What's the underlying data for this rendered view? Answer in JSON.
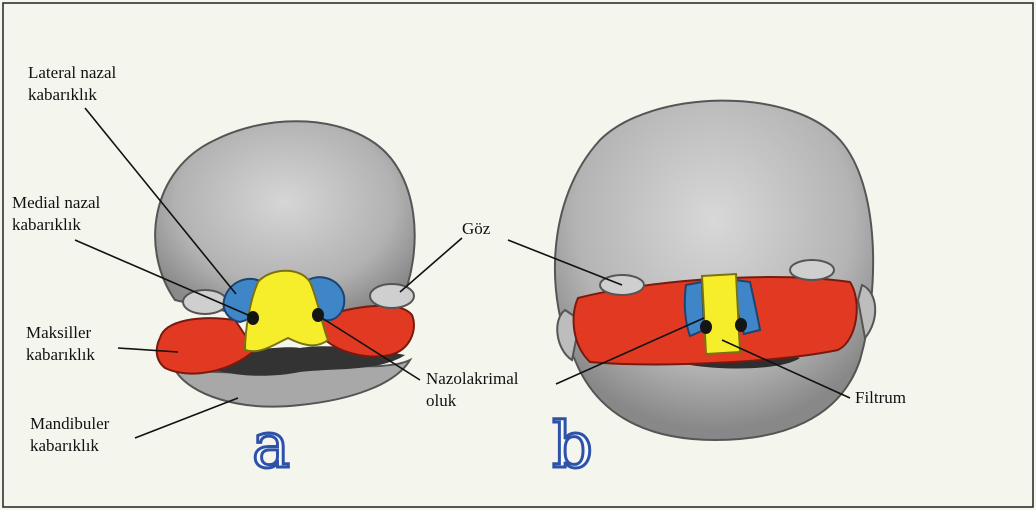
{
  "labels": {
    "lateral_nasal": [
      "Lateral nazal",
      "kabarıklık"
    ],
    "medial_nasal": [
      "Medial nazal",
      "kabarıklık"
    ],
    "maxillary": [
      "Maksiller",
      "kabarıklık"
    ],
    "mandibular": [
      "Mandibuler",
      "kabarıklık"
    ],
    "eye": "Göz",
    "nasolacrimal": [
      "Nazolakrimal",
      "oluk"
    ],
    "philtrum": "Filtrum"
  },
  "panels": {
    "a": "a",
    "b": "b"
  },
  "colors": {
    "background": "#f4f6ee",
    "head": "#b9b9b9",
    "head_shade": "#8e8e8e",
    "maxillary": "#e23a22",
    "lateral_nasal": "#3f86c8",
    "medial_nasal": "#f7ee2b",
    "mouth": "#2e2e2e",
    "panel_letter": "#2d52a8"
  }
}
